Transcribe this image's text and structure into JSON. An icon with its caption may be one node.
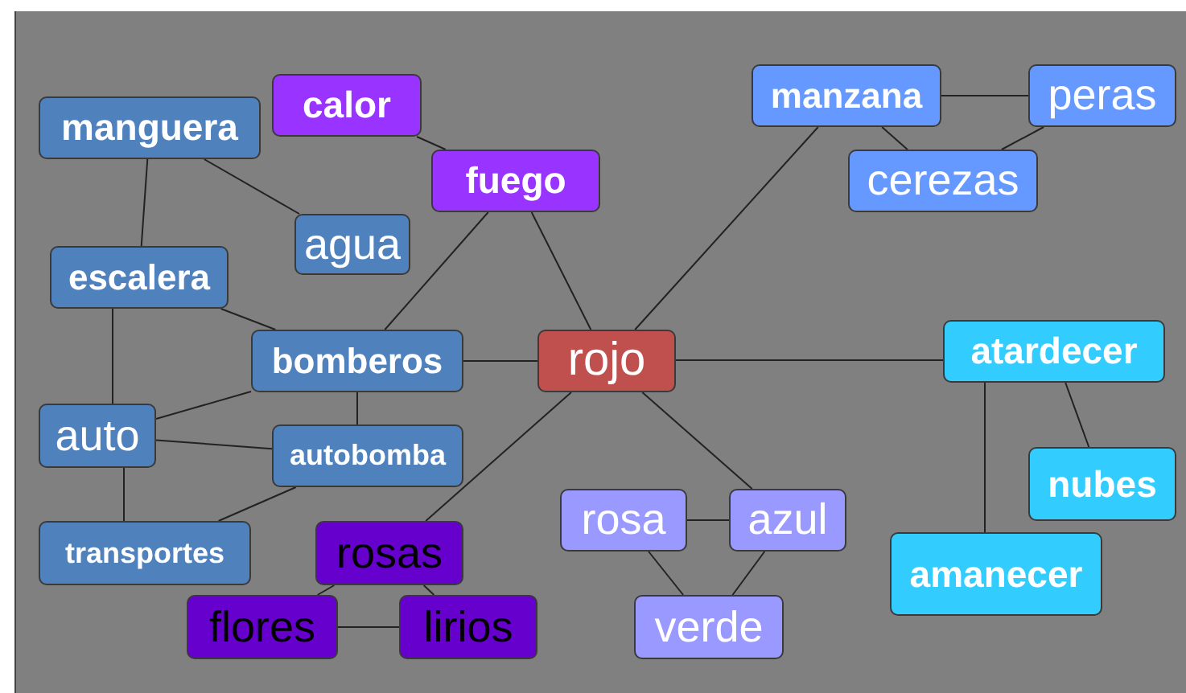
{
  "diagram": {
    "nodes": [
      {
        "text": [
          "manguera"
        ]
      },
      {
        "text": [
          "calor"
        ]
      },
      {
        "text": [
          "fuego"
        ]
      },
      {
        "text": [
          "agua"
        ]
      },
      {
        "text": [
          "escalera"
        ]
      },
      {
        "text": [
          "bomberos"
        ]
      },
      {
        "text": [
          "rojo"
        ]
      },
      {
        "text": [
          "manzana"
        ]
      },
      {
        "text": [
          "peras"
        ]
      },
      {
        "text": [
          "cerezas"
        ]
      },
      {
        "text": [
          "atardecer"
        ]
      },
      {
        "text": [
          "auto"
        ]
      },
      {
        "text": [
          "autobomba"
        ]
      },
      {
        "text": [
          "nubes"
        ]
      },
      {
        "text": [
          "transportes"
        ]
      },
      {
        "text": [
          "rosas"
        ]
      },
      {
        "text": [
          "rosa"
        ]
      },
      {
        "text": [
          "azul"
        ]
      },
      {
        "text": [
          "amanecer"
        ]
      },
      {
        "text": [
          "flores"
        ]
      },
      {
        "text": [
          "lirios"
        ]
      },
      {
        "text": [
          "verde"
        ]
      }
    ],
    "edges": [
      {
        "from": 0,
        "to": 4,
        "arrow": "none"
      },
      {
        "from": 0,
        "to": 3,
        "arrow": "none"
      },
      {
        "from": 1,
        "to": 2,
        "arrow": "none"
      },
      {
        "from": 2,
        "to": 5,
        "arrow": "none"
      },
      {
        "from": 2,
        "to": 6,
        "arrow": "none"
      },
      {
        "from": 4,
        "to": 5,
        "arrow": "none"
      },
      {
        "from": 4,
        "to": 11,
        "arrow": "none"
      },
      {
        "from": 5,
        "to": 6,
        "arrow": "none"
      },
      {
        "from": 5,
        "to": 11,
        "arrow": "none"
      },
      {
        "from": 5,
        "to": 12,
        "arrow": "none"
      },
      {
        "from": 11,
        "to": 12,
        "arrow": "none"
      },
      {
        "from": 11,
        "to": 14,
        "arrow": "none"
      },
      {
        "from": 12,
        "to": 14,
        "arrow": "none"
      },
      {
        "from": 6,
        "to": 15,
        "arrow": "none"
      },
      {
        "from": 15,
        "to": 19,
        "arrow": "none"
      },
      {
        "from": 15,
        "to": 20,
        "arrow": "none"
      },
      {
        "from": 19,
        "to": 20,
        "arrow": "none"
      },
      {
        "from": 6,
        "to": 7,
        "arrow": "none"
      },
      {
        "from": 7,
        "to": 8,
        "arrow": "none"
      },
      {
        "from": 7,
        "to": 9,
        "arrow": "none"
      },
      {
        "from": 8,
        "to": 9,
        "arrow": "none"
      },
      {
        "from": 6,
        "to": 10,
        "arrow": "none"
      },
      {
        "from": 10,
        "to": 13,
        "arrow": "none"
      },
      {
        "from": 10,
        "to": 18,
        "arrow": "none"
      },
      {
        "from": 6,
        "to": 17,
        "arrow": "none"
      },
      {
        "from": 16,
        "to": 17,
        "arrow": "none"
      },
      {
        "from": 16,
        "to": 21,
        "arrow": "none"
      },
      {
        "from": 17,
        "to": 21,
        "arrow": "none"
      }
    ]
  }
}
